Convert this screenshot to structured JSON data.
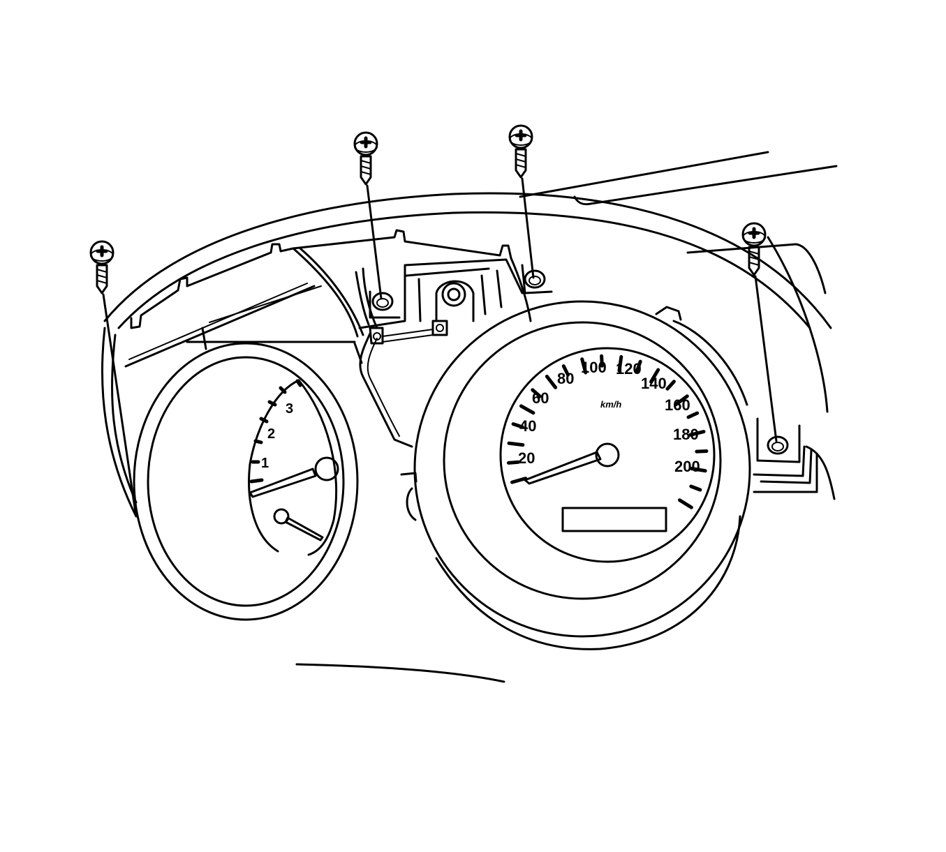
{
  "speedometer": {
    "unit_label": "km/h",
    "scale_labels": [
      "20",
      "40",
      "60",
      "80",
      "100",
      "120",
      "140",
      "160",
      "180",
      "200"
    ]
  },
  "tachometer": {
    "scale_labels": [
      "1",
      "2",
      "3"
    ]
  },
  "colors": {
    "line": "#000000",
    "background": "#ffffff"
  },
  "icons": {
    "fastener": "phillips-screw-icon"
  }
}
